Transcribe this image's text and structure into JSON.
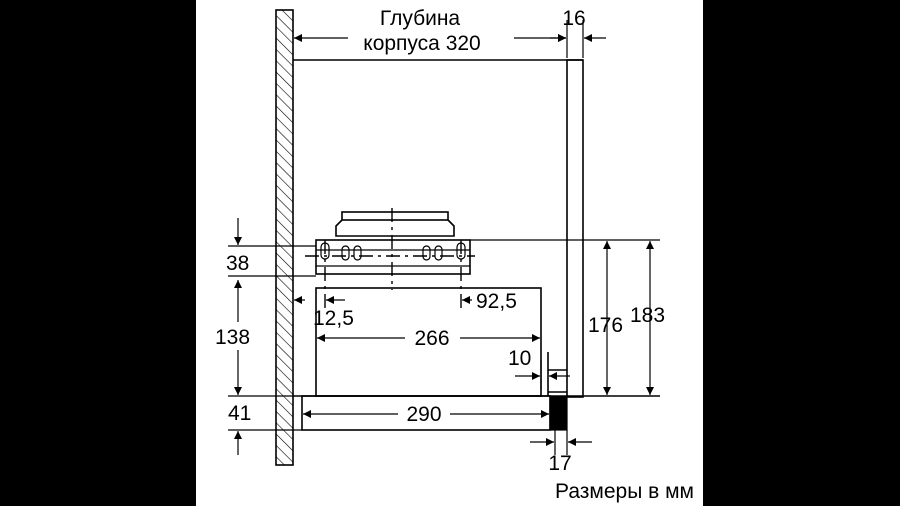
{
  "labels": {
    "depth_line1": "Глубина",
    "depth_line2": "корпуса 320",
    "d16": "16",
    "d38": "38",
    "d138": "138",
    "d41": "41",
    "d12_5": "12,5",
    "d92_5": "92,5",
    "d266": "266",
    "d10": "10",
    "d290": "290",
    "d17": "17",
    "d176": "176",
    "d183": "183",
    "units": "Размеры в мм"
  }
}
